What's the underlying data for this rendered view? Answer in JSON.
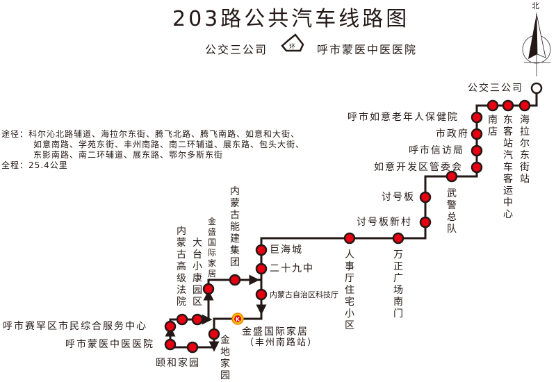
{
  "header": {
    "title": "203路公共汽车线路图",
    "origin": "公交三公司",
    "destination": "呼市蒙医中医医院",
    "loop_icon_label": "环"
  },
  "compass": {
    "north_label": "北"
  },
  "route_info": {
    "via_label": "途径：",
    "via_lines": [
      "科尔沁北路辅道、海拉尔东街、腾飞北路、腾飞南路、如意和大街、",
      "如意南路、学苑东街、丰州南路、南二环辅道、展东路、包头大街、",
      "东影南路、南二环辅道、展东路、鄂尔多斯东街"
    ],
    "length_label": "全程：",
    "length_value": "25.4公里"
  },
  "colors": {
    "line": "#231815",
    "stop_fill": "#e60012",
    "k_fill": "#f5c400",
    "k_border": "#e60012"
  },
  "stops": [
    {
      "name": "公交三公司",
      "type": "terminal"
    },
    {
      "name": "海拉尔东街站"
    },
    {
      "name": "东客站汽车客运中心"
    },
    {
      "name": "南店"
    },
    {
      "name": "呼市如意老年人保健院"
    },
    {
      "name": "市政府"
    },
    {
      "name": "呼市信访局"
    },
    {
      "name": "如意开发区管委会"
    },
    {
      "name": "武警总队"
    },
    {
      "name": "讨号板"
    },
    {
      "name": "讨号板新村"
    },
    {
      "name": "万正广场南门"
    },
    {
      "name": "人事厅住宅小区"
    },
    {
      "name": "巨海城"
    },
    {
      "name": "二十九中"
    },
    {
      "name": "内蒙古自治区科技厅"
    },
    {
      "name": "金盛国际家居",
      "sub": "（丰州南路站）",
      "type": "transfer",
      "icon": "K"
    },
    {
      "name": "金地家园"
    },
    {
      "name": "颐和家园"
    },
    {
      "name": "呼市蒙医中医医院"
    },
    {
      "name": "呼市赛罕区市民综合服务中心"
    },
    {
      "name": "内蒙古高级法院"
    },
    {
      "name": "大台小康园区"
    },
    {
      "name": "金盛国际家居"
    },
    {
      "name": "内蒙古能建集团"
    }
  ]
}
